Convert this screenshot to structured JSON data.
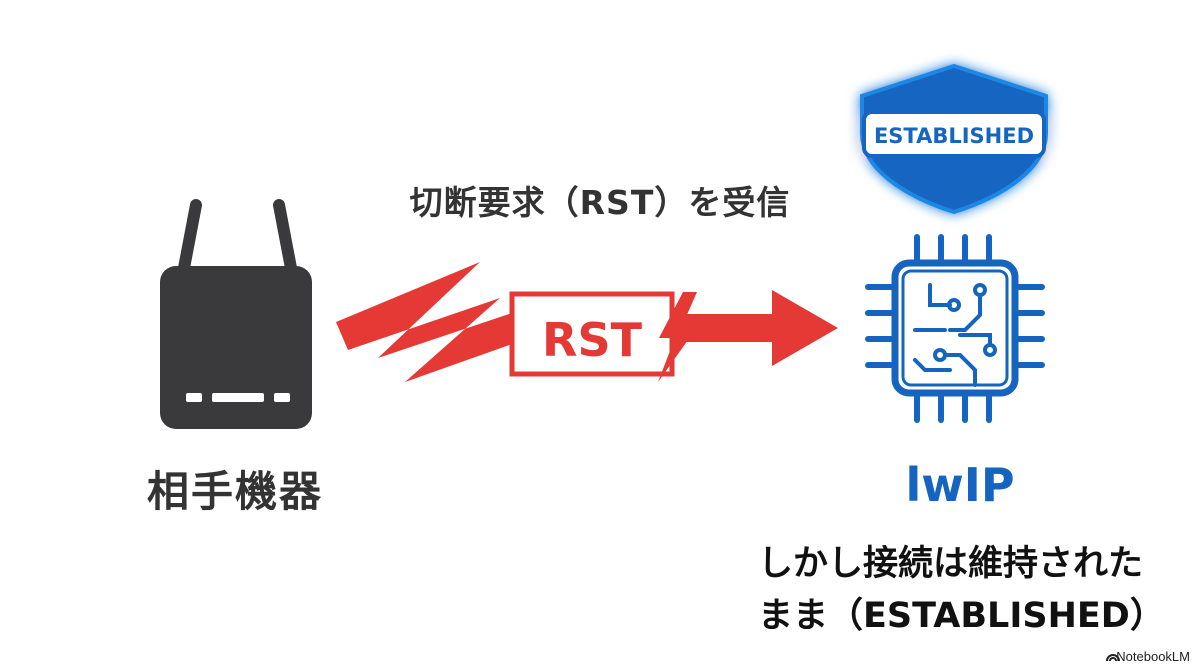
{
  "message": "切断要求（RST）を受信",
  "packet_label": "RST",
  "peer_label": "相手機器",
  "stack_label": "lwIP",
  "badge_text": "ESTABLISHED",
  "note_lines": [
    "しかし接続は維持された",
    "まま（ESTABLISHED）"
  ],
  "watermark": "NotebookLM",
  "colors": {
    "arrow": "#e53935",
    "router": "#3a3a3c",
    "chip": "#1565c0",
    "shield": "#1565c0"
  },
  "icons": [
    "router-icon",
    "lightning-icon",
    "shield-icon",
    "chip-icon"
  ]
}
